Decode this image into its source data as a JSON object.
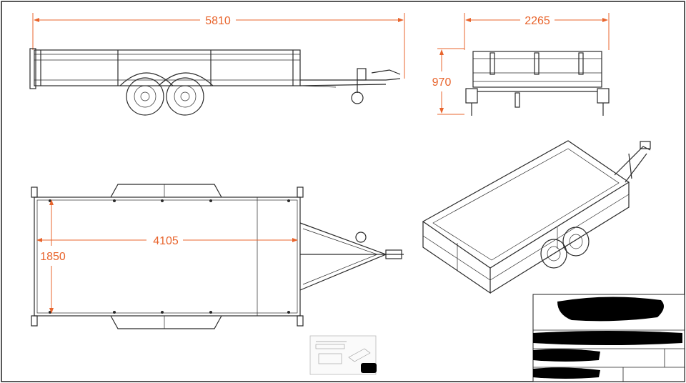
{
  "drawing": {
    "dimensions": {
      "side_length": "5810",
      "front_width": "2265",
      "front_height": "970",
      "top_length": "4105",
      "top_width": "1850"
    },
    "colors": {
      "dimension": "#e8642c",
      "line": "#2a2a2a",
      "redaction": "#000000",
      "background": "#ffffff"
    },
    "views": [
      "side-view",
      "front-view",
      "top-view",
      "isometric-view",
      "thumbnail-preview",
      "title-block"
    ]
  }
}
